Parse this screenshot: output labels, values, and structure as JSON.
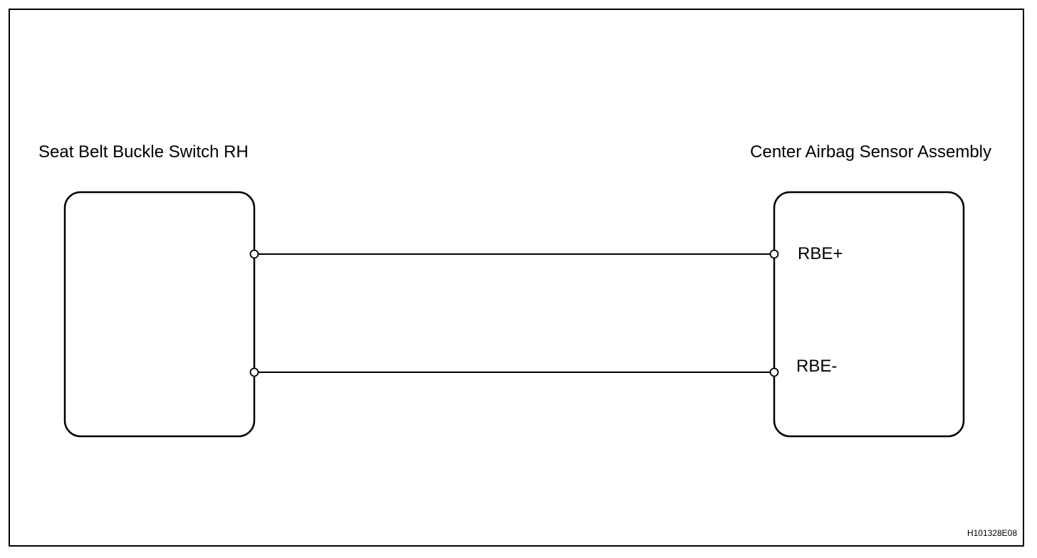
{
  "diagram": {
    "left_component": {
      "name": "Seat Belt Buckle Switch RH"
    },
    "right_component": {
      "name": "Center Airbag Sensor Assembly",
      "pins": [
        "RBE+",
        "RBE-"
      ]
    },
    "figure_id": "H101328E08"
  },
  "colors": {
    "line": "#000000",
    "background": "#ffffff"
  }
}
